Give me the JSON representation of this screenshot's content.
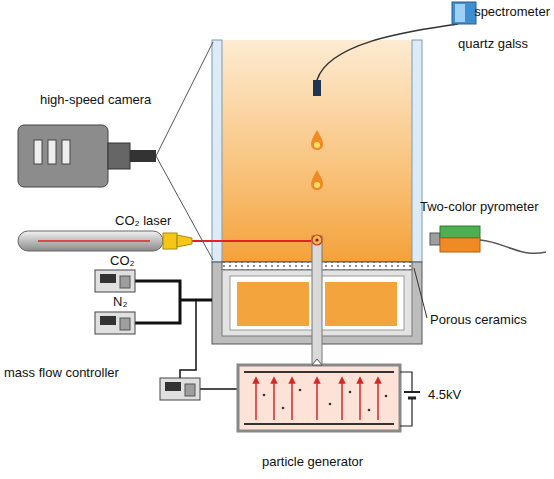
{
  "diagram": {
    "labels": [
      "spectrometer",
      "quartz galss",
      "high-speed camera",
      "CO₂ laser",
      "Two-color pyrometer",
      "CO₂",
      "N₂",
      "Porous ceramics",
      "mass flow controller",
      "4.5kV",
      "particle generator"
    ]
  }
}
